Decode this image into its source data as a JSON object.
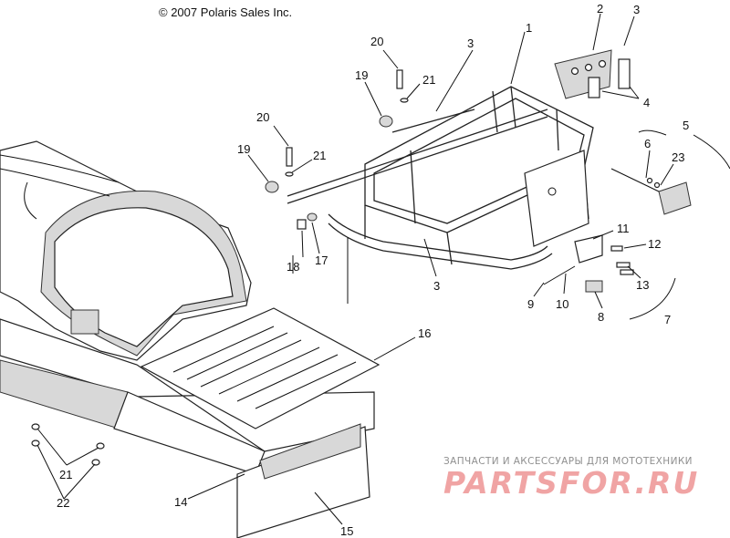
{
  "copyright": "© 2007 Polaris Sales Inc.",
  "watermark": {
    "tagline": "ЗАПЧАСТИ И АКСЕССУАРЫ ДЛЯ МОТОТЕХНИКИ",
    "logo": "PARTSFOR.RU"
  },
  "callouts": [
    "1",
    "2",
    "3",
    "3",
    "3",
    "4",
    "5",
    "6",
    "7",
    "8",
    "9",
    "10",
    "11",
    "12",
    "13",
    "14",
    "15",
    "16",
    "17",
    "18",
    "19",
    "19",
    "20",
    "20",
    "21",
    "21",
    "21",
    "22",
    "23"
  ]
}
